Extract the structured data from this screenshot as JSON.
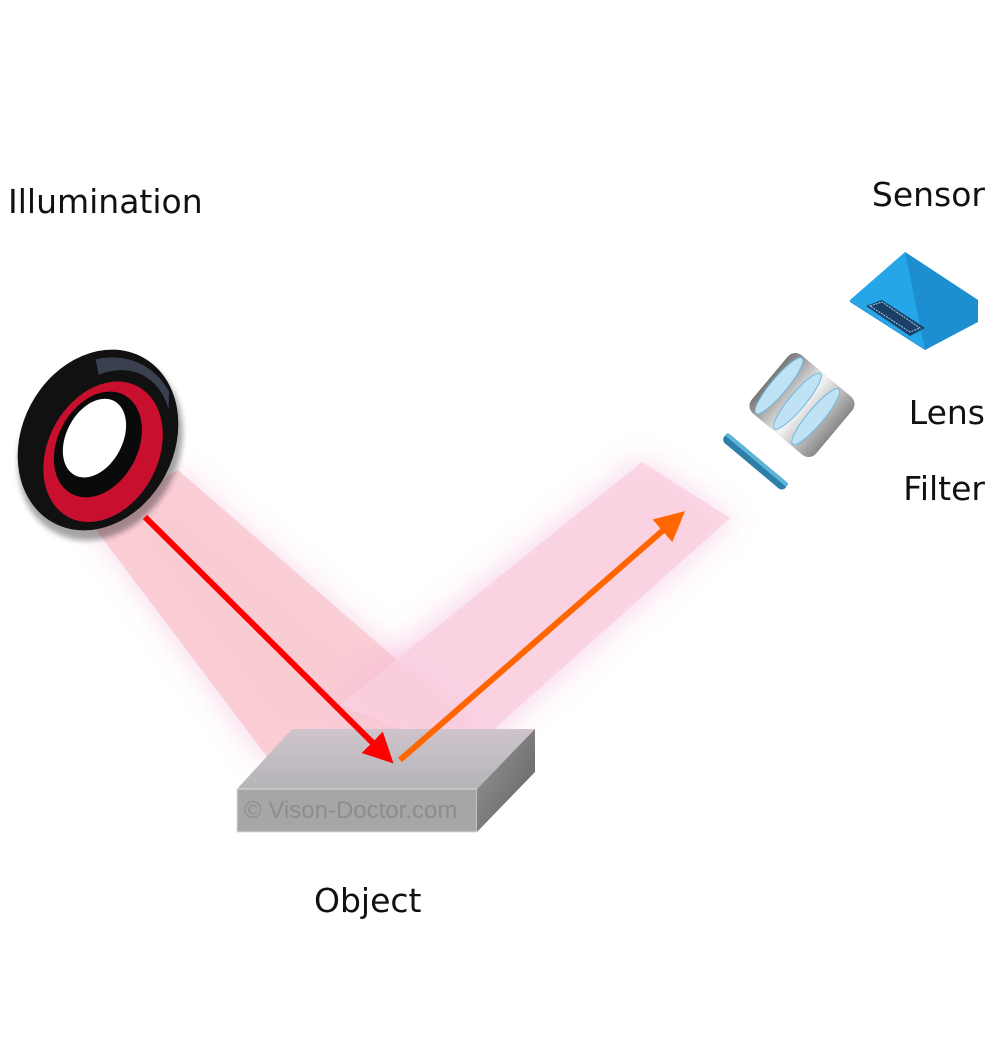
{
  "labels": {
    "illumination": "Illumination",
    "sensor": "Sensor",
    "lens": "Lens",
    "filter": "Filter",
    "object": "Object"
  },
  "watermark": "© Vison-Doctor.com",
  "colors": {
    "incident_arrow": "#ff0000",
    "reflected_arrow": "#ff6600",
    "beam": "#f8c8d4",
    "sensor": "#1ea0e6",
    "object": "#a8a8a8"
  }
}
